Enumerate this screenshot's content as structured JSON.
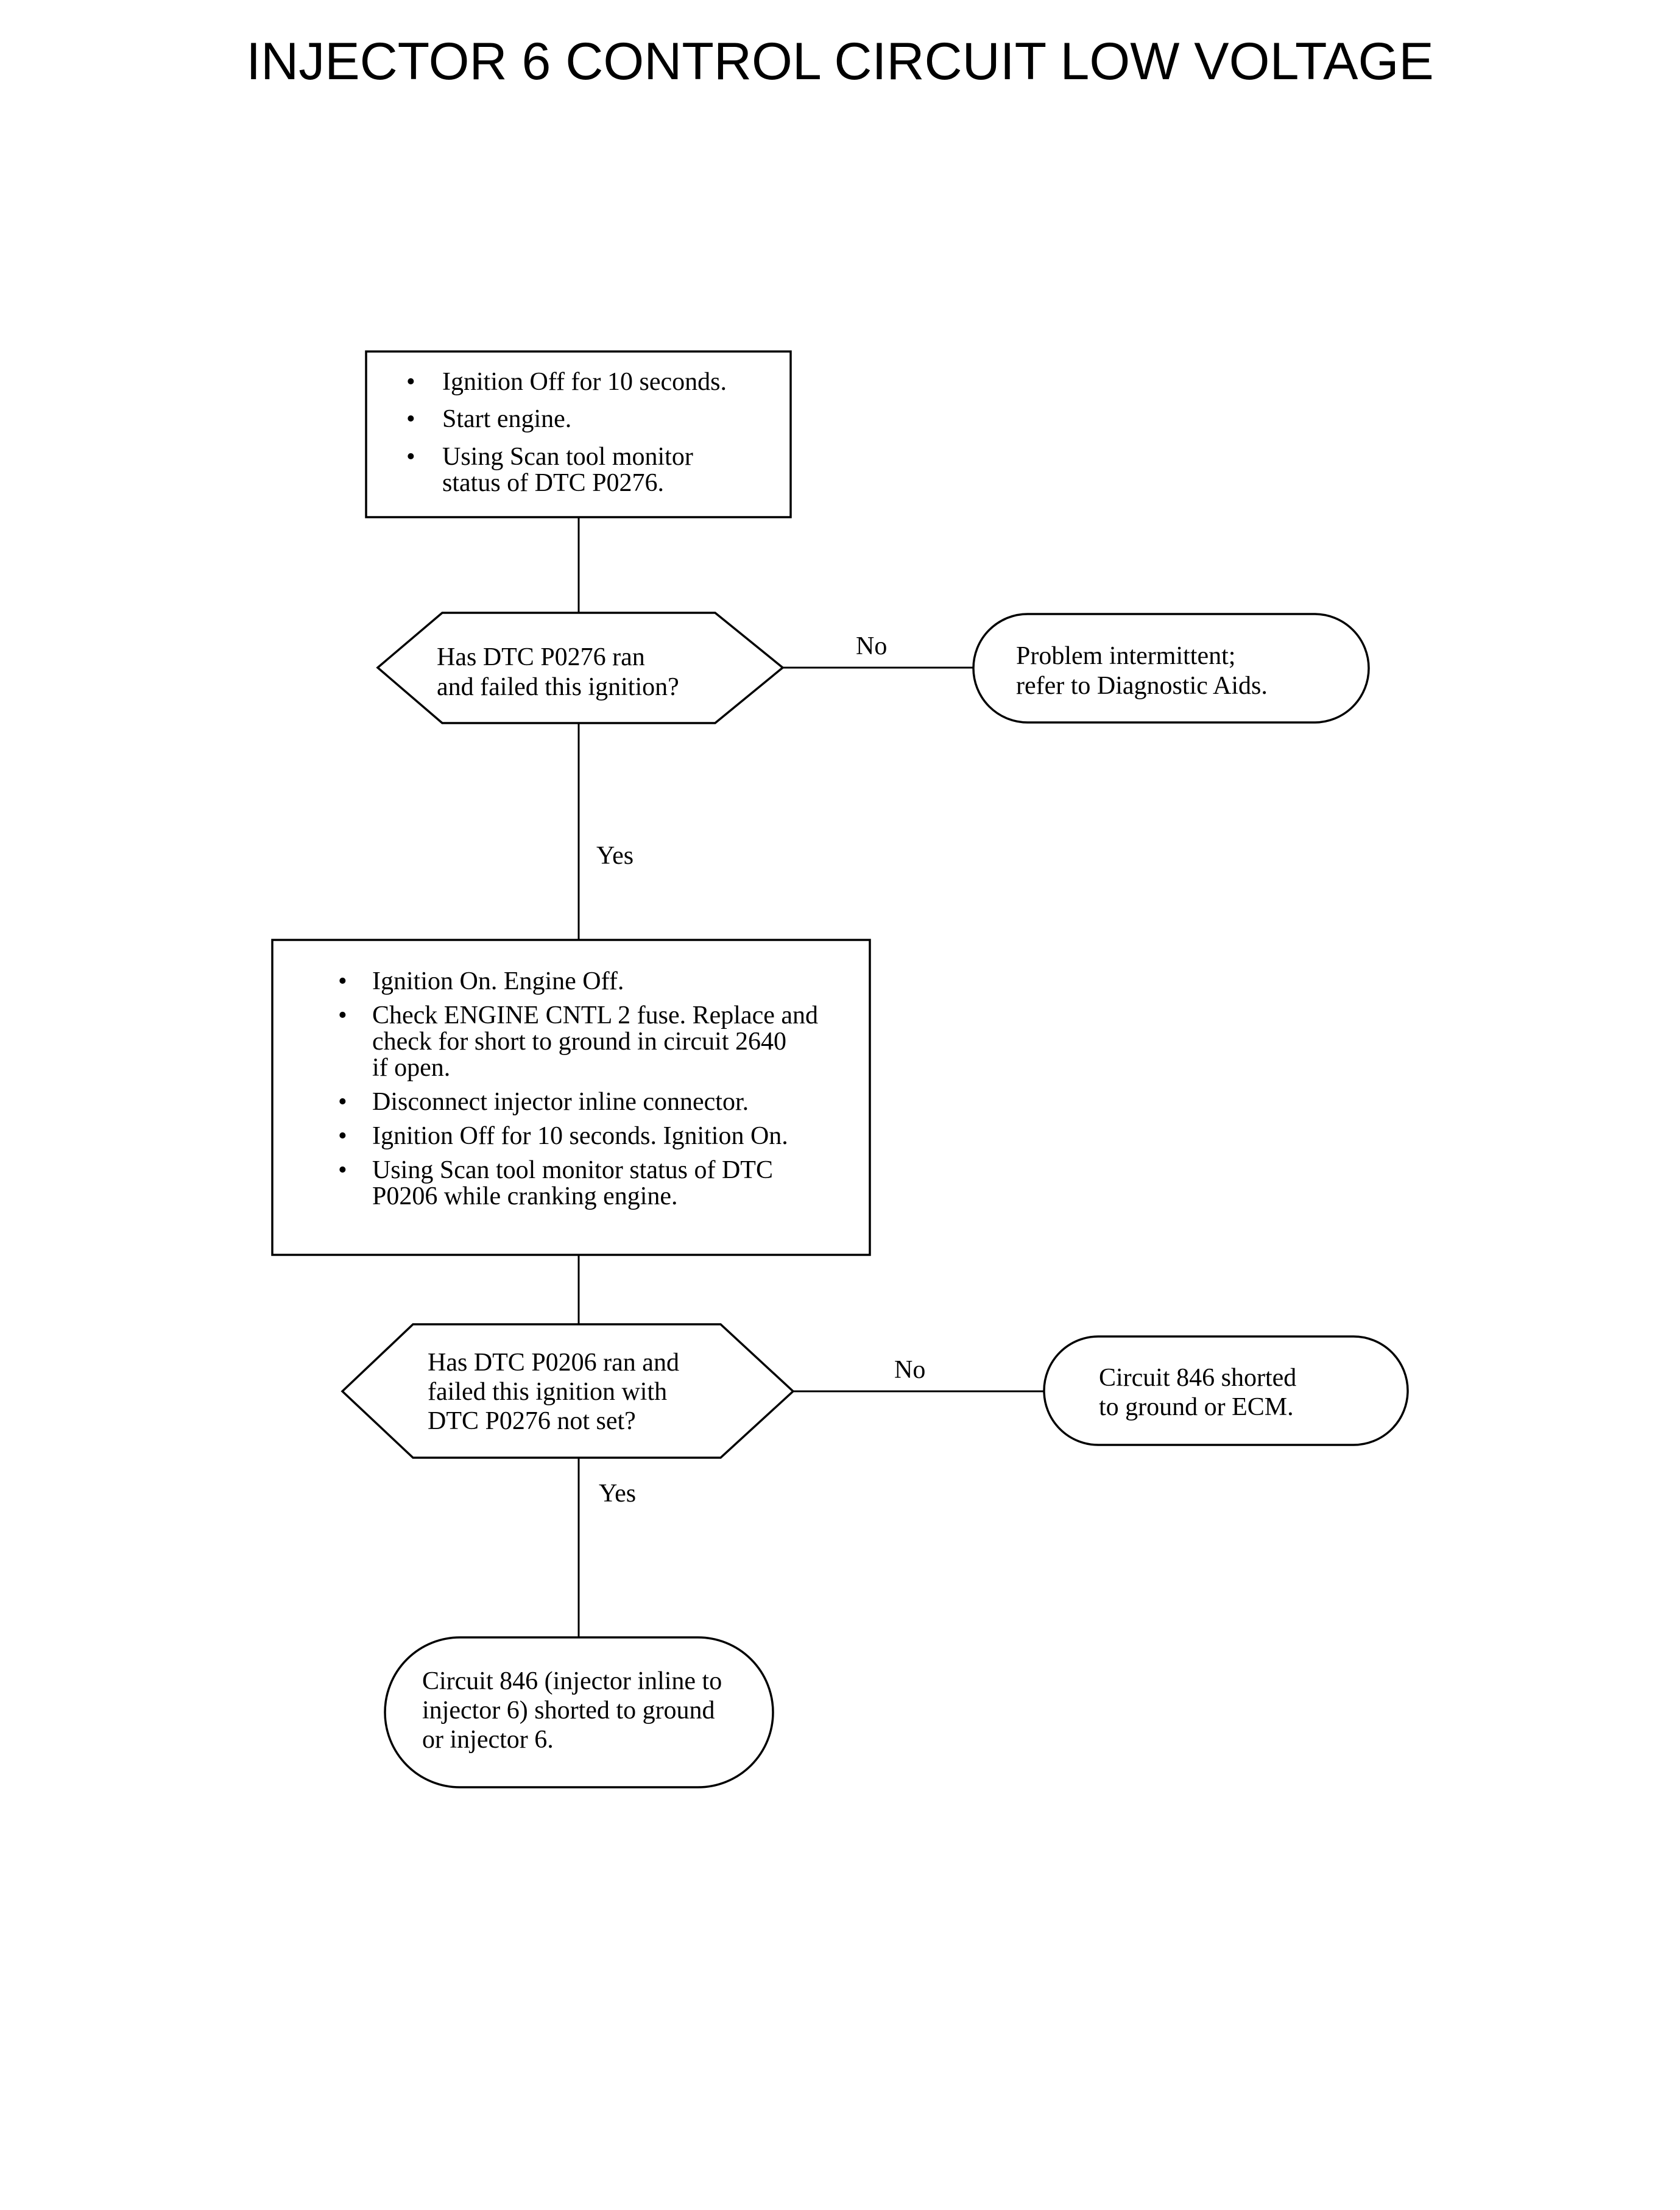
{
  "title": "INJECTOR 6 CONTROL CIRCUIT LOW VOLTAGE",
  "step1": {
    "bullets": [
      "Ignition Off for 10 seconds.",
      "Start engine.",
      "Using Scan tool monitor",
      "status of DTC P0276."
    ]
  },
  "decision1": {
    "lines": [
      "Has DTC P0276 ran",
      "and failed this ignition?"
    ],
    "no_label": "No",
    "yes_label": "Yes"
  },
  "result1": {
    "lines": [
      "Problem intermittent;",
      "refer to Diagnostic Aids."
    ]
  },
  "step2": {
    "lines": [
      "Ignition On. Engine Off.",
      "Check ENGINE CNTL 2 fuse. Replace and",
      "check for short to ground in circuit 2640",
      "if open.",
      "Disconnect injector inline connector.",
      "Ignition Off for 10 seconds. Ignition On.",
      "Using Scan tool monitor status of DTC",
      "P0206 while cranking engine."
    ]
  },
  "decision2": {
    "lines": [
      "Has DTC P0206 ran and",
      "failed this ignition with",
      "DTC P0276 not set?"
    ],
    "no_label": "No",
    "yes_label": "Yes"
  },
  "result2": {
    "lines": [
      "Circuit 846 shorted",
      "to ground or ECM."
    ]
  },
  "result3": {
    "lines": [
      "Circuit 846 (injector inline to",
      "injector 6) shorted to ground",
      "or injector 6."
    ]
  },
  "bullet_symbol": "•"
}
